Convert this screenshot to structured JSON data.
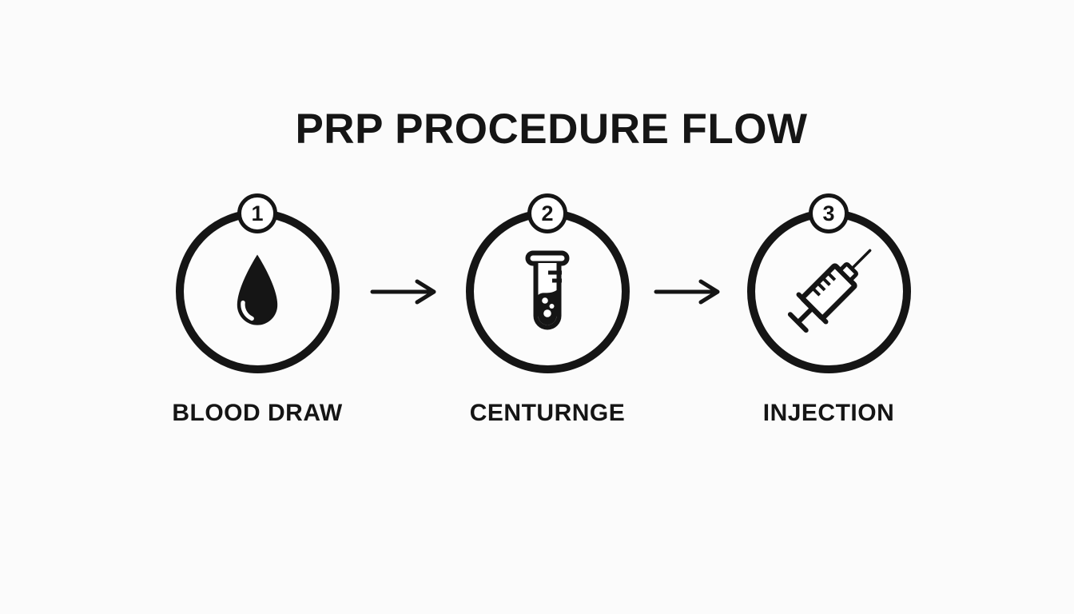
{
  "title": "PRP PROCEDURE FLOW",
  "steps": [
    {
      "number": "1",
      "label": "BLOOD DRAW",
      "icon": "blood-drop-icon"
    },
    {
      "number": "2",
      "label": "CENTURNGE",
      "icon": "test-tube-icon"
    },
    {
      "number": "3",
      "label": "INJECTION",
      "icon": "syringe-icon"
    }
  ],
  "arrows": [
    {
      "direction": "right"
    },
    {
      "direction": "right"
    }
  ],
  "colors": {
    "ink": "#151515",
    "badge_background": "#ffffff",
    "background": "#fbfbfb"
  }
}
